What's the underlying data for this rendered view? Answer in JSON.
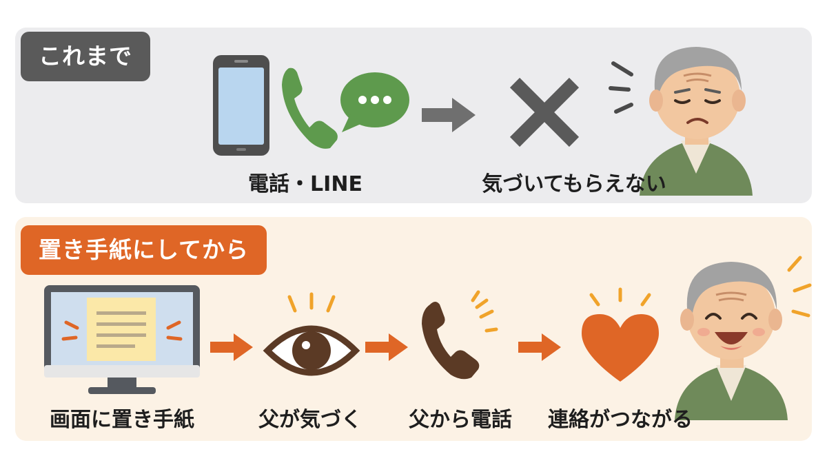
{
  "colors": {
    "before_panel_bg": "#ececee",
    "after_panel_bg": "#fcf2e5",
    "before_tag_bg": "#5a5a5a",
    "after_tag_bg": "#df6626",
    "accent_orange": "#df6626",
    "green": "#5e9a4d",
    "brown": "#5b3a25",
    "gray_arrow": "#6f6f6f"
  },
  "before": {
    "label": "これまで",
    "steps": [
      {
        "icon": "smartphone-icon",
        "caption": ""
      },
      {
        "icon": "phone-and-chat-icon",
        "caption": "電話・LINE"
      },
      {
        "icon": "cross-icon",
        "caption": "気づいてもらえない"
      },
      {
        "icon": "sad-elderly-man-icon",
        "caption": ""
      }
    ]
  },
  "after": {
    "label": "置き手紙にしてから",
    "steps": [
      {
        "icon": "monitor-with-note-icon",
        "caption": "画面に置き手紙"
      },
      {
        "icon": "eye-icon",
        "caption": "父が気づく"
      },
      {
        "icon": "phone-handset-icon",
        "caption": "父から電話"
      },
      {
        "icon": "heart-icon",
        "caption": "連絡がつながる"
      },
      {
        "icon": "happy-elderly-man-icon",
        "caption": ""
      }
    ]
  }
}
